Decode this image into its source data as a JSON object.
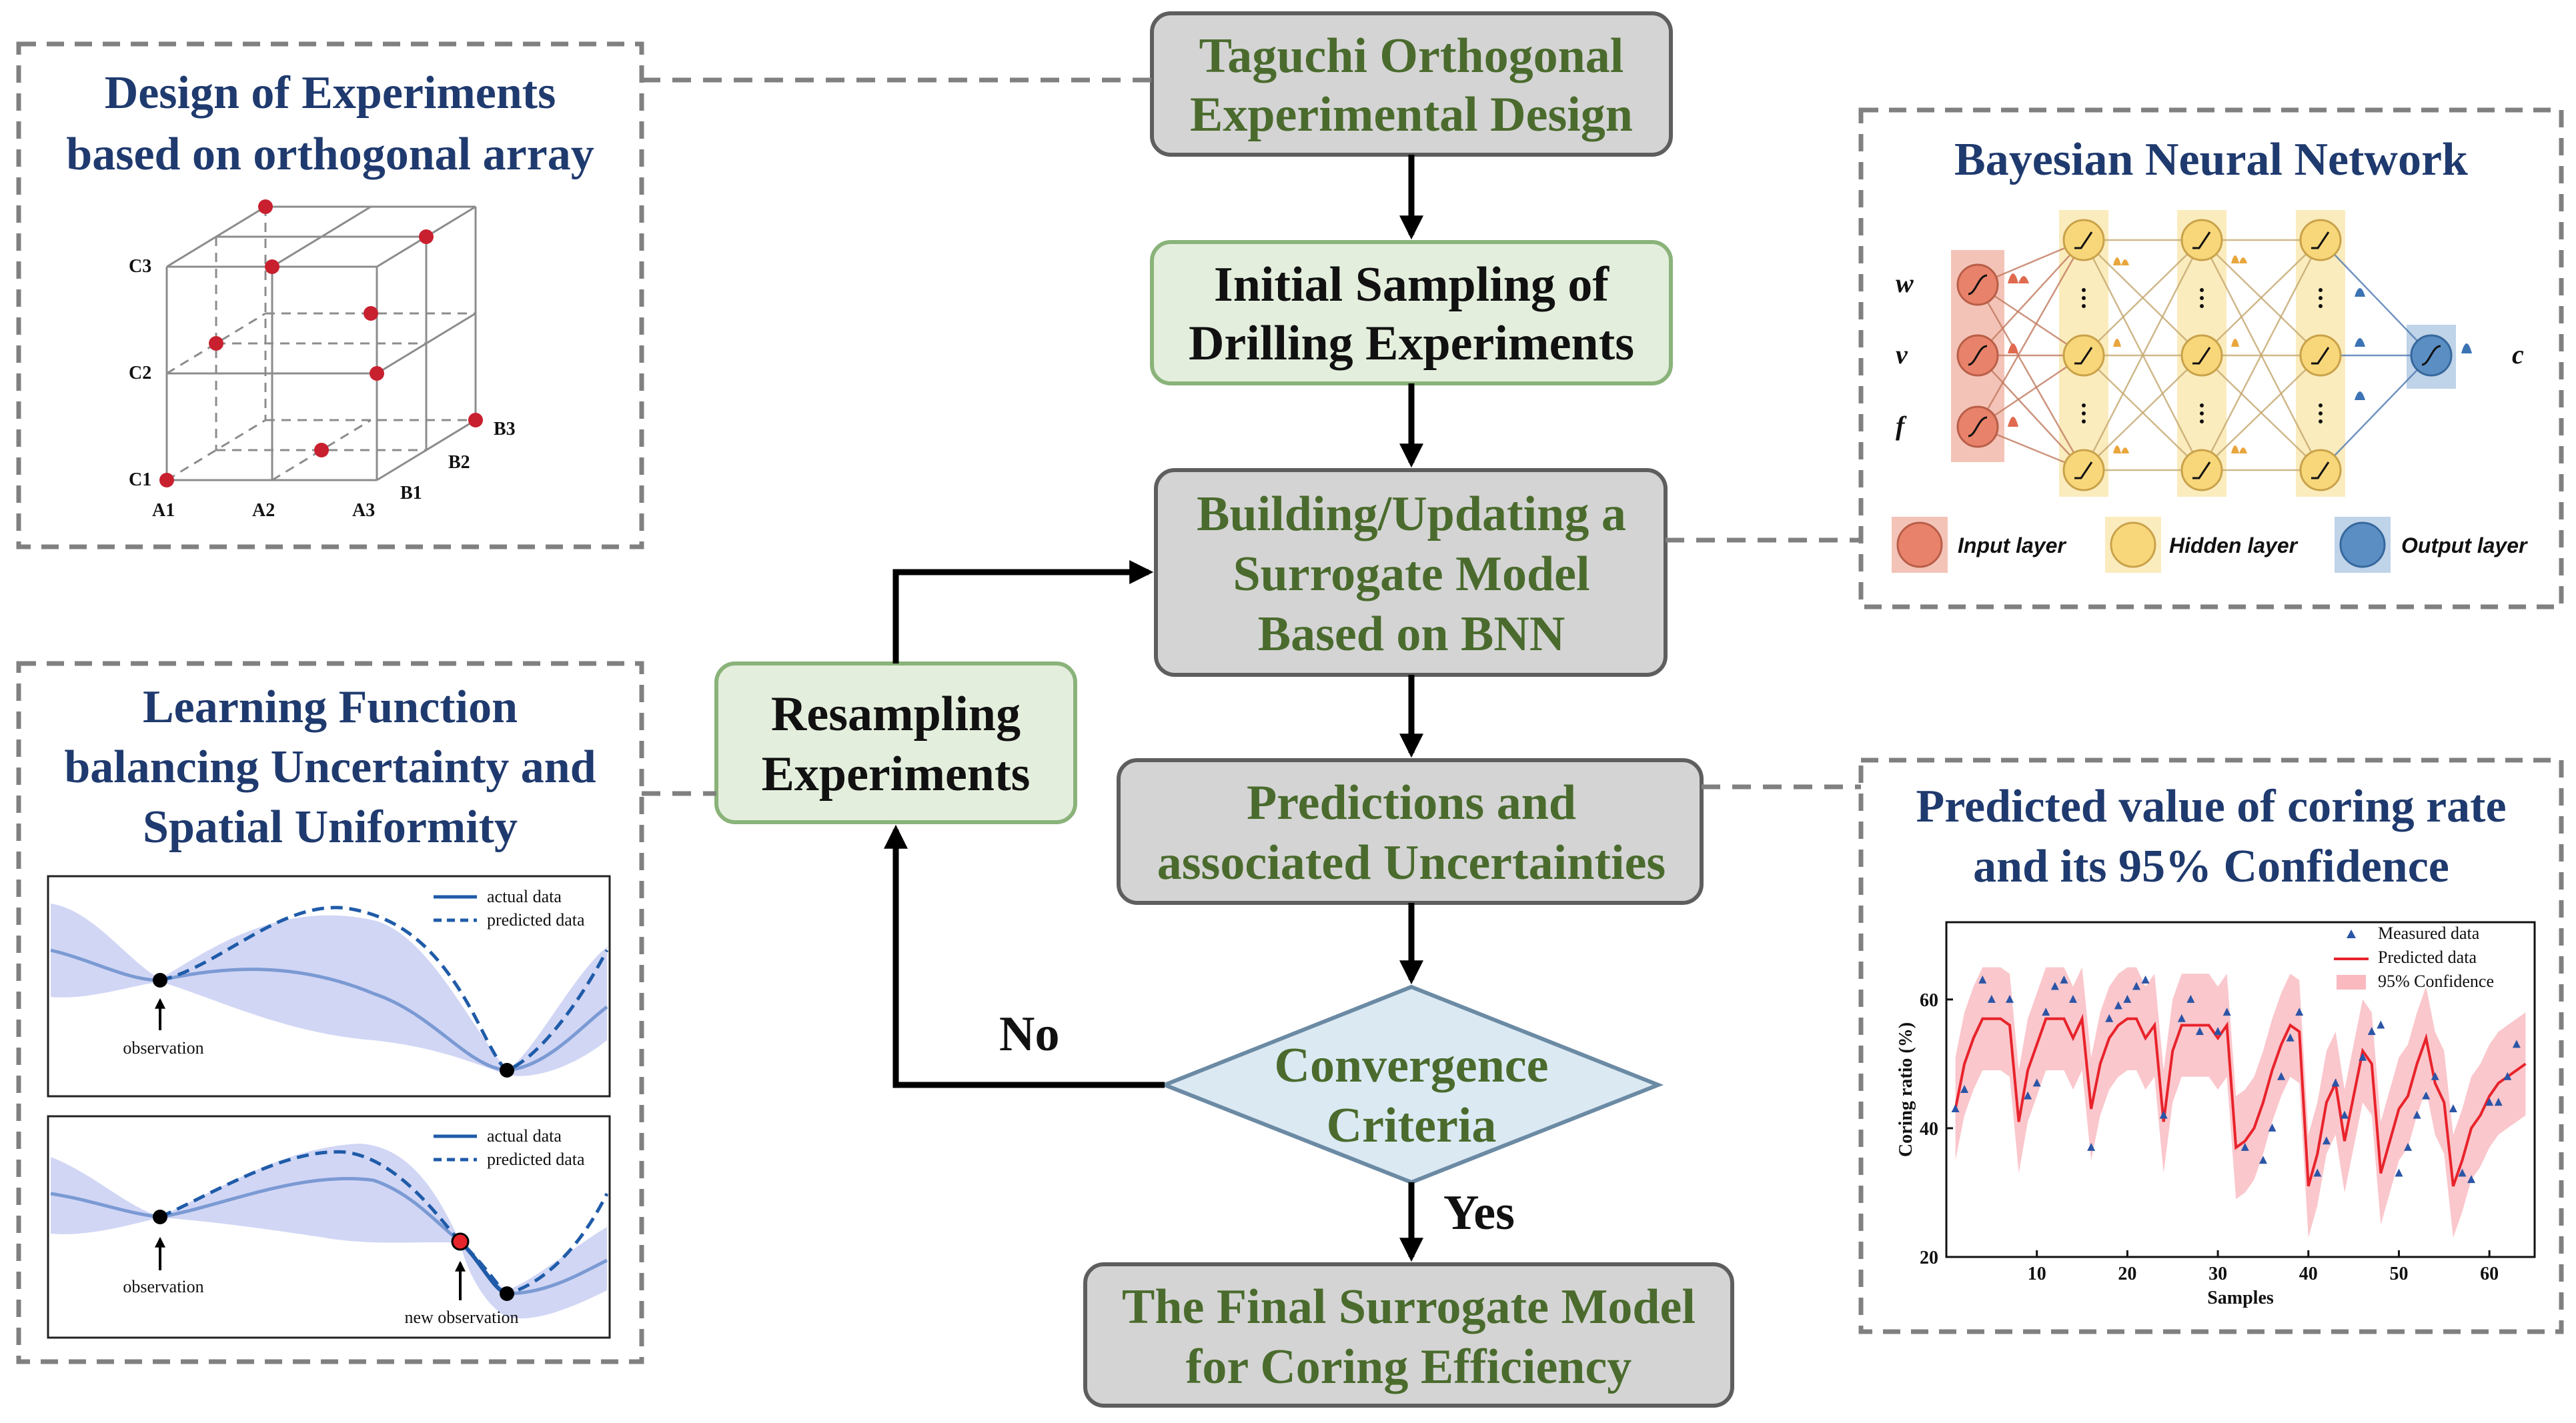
{
  "flow": {
    "taguchi": [
      "Taguchi Orthogonal",
      "Experimental Design"
    ],
    "initial": [
      "Initial Sampling of",
      "Drilling Experiments"
    ],
    "building": [
      "Building/Updating a",
      "Surrogate Model",
      "Based on BNN"
    ],
    "predictions": [
      "Predictions and",
      "associated Uncertainties"
    ],
    "convergence": [
      "Convergence",
      "Criteria"
    ],
    "resampling": [
      "Resampling",
      "Experiments"
    ],
    "final": [
      "The Final Surrogate Model",
      "for Coring Efficiency"
    ],
    "no_label": "No",
    "yes_label": "Yes"
  },
  "doe_panel": {
    "title": [
      "Design of Experiments",
      "based on orthogonal array"
    ],
    "c_labels": [
      "C1",
      "C2",
      "C3"
    ],
    "a_labels": [
      "A1",
      "A2",
      "A3"
    ],
    "b_labels": [
      "B1",
      "B2",
      "B3"
    ],
    "point_color": "#c8202f"
  },
  "bnn_panel": {
    "title": "Bayesian Neural Network",
    "inputs": [
      "w",
      "v",
      "f"
    ],
    "output": "c",
    "legend": [
      "Input layer",
      "Hidden layer",
      "Output layer"
    ],
    "colors": {
      "input": "#e8826a",
      "hidden": "#f8d77a",
      "output": "#5b8fc4"
    }
  },
  "learning_panel": {
    "title": [
      "Learning Function",
      "balancing Uncertainty and",
      "Spatial Uniformity"
    ],
    "plot1": {
      "legend": [
        "actual data",
        "predicted data"
      ],
      "annotations": [
        "observation"
      ]
    },
    "plot2": {
      "legend": [
        "actual data",
        "predicted data"
      ],
      "annotations": [
        "observation",
        "new observation"
      ]
    }
  },
  "predicted_panel": {
    "title": [
      "Predicted value of coring rate",
      "and its 95% Confidence"
    ],
    "legend": [
      "Measured data",
      "Predicted data",
      "95% Confidence"
    ]
  },
  "chart_data": {
    "type": "line",
    "xlabel": "Samples",
    "ylabel": "Coring ratio (%)",
    "xlim": [
      0,
      65
    ],
    "ylim": [
      20,
      72
    ],
    "x_ticks": [
      10,
      20,
      30,
      40,
      50,
      60
    ],
    "y_ticks": [
      20,
      40,
      60
    ],
    "series": [
      {
        "name": "Predicted data",
        "color": "#e8232b",
        "x": [
          1,
          2,
          3,
          4,
          5,
          6,
          7,
          8,
          9,
          10,
          11,
          12,
          13,
          14,
          15,
          16,
          17,
          18,
          19,
          20,
          21,
          22,
          23,
          24,
          25,
          26,
          27,
          28,
          29,
          30,
          31,
          32,
          33,
          34,
          35,
          36,
          37,
          38,
          39,
          40,
          41,
          42,
          43,
          44,
          45,
          46,
          47,
          48,
          49,
          50,
          51,
          52,
          53,
          54,
          55,
          56,
          57,
          58,
          59,
          60,
          61,
          62,
          63,
          64
        ],
        "y": [
          43,
          50,
          54,
          57,
          57,
          57,
          56,
          41,
          49,
          53,
          57,
          57,
          57,
          54,
          57,
          43,
          50,
          54,
          56,
          57,
          57,
          54,
          56,
          41,
          52,
          56,
          56,
          56,
          56,
          54,
          56,
          37,
          38,
          40,
          44,
          49,
          53,
          56,
          55,
          31,
          36,
          44,
          47,
          38,
          45,
          52,
          50,
          33,
          38,
          43,
          45,
          50,
          54,
          47,
          44,
          31,
          35,
          40,
          42,
          45,
          47,
          48,
          49,
          50
        ]
      },
      {
        "name": "Measured data",
        "color": "#2b55a6",
        "x": [
          1,
          2,
          4,
          5,
          7,
          9,
          10,
          11,
          12,
          13,
          14,
          16,
          18,
          19,
          20,
          21,
          22,
          24,
          26,
          27,
          28,
          30,
          31,
          33,
          35,
          36,
          37,
          38,
          39,
          41,
          42,
          43,
          44,
          46,
          47,
          48,
          50,
          51,
          52,
          53,
          54,
          56,
          57,
          58,
          60,
          61,
          62,
          63
        ],
        "y": [
          43,
          46,
          63,
          60,
          60,
          45,
          47,
          58,
          62,
          63,
          60,
          37,
          57,
          59,
          60,
          62,
          63,
          42,
          57,
          60,
          55,
          55,
          58,
          37,
          35,
          40,
          48,
          54,
          58,
          33,
          38,
          47,
          42,
          51,
          55,
          56,
          33,
          37,
          42,
          45,
          48,
          43,
          33,
          32,
          44,
          44,
          48,
          53
        ]
      }
    ]
  }
}
